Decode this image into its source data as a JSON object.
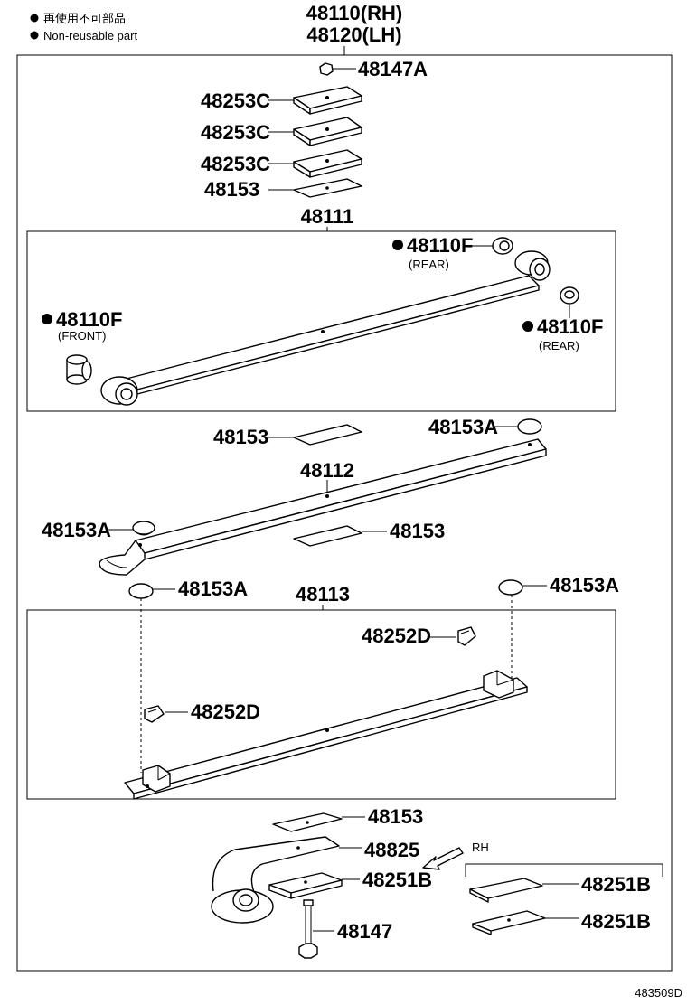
{
  "legend": {
    "jp": "再使用不可部品",
    "en": "Non-reusable part"
  },
  "assembly": {
    "rh": "48110(RH)",
    "lh": "48120(LH)"
  },
  "labels": {
    "p48147a": "48147A",
    "p48253c_1": "48253C",
    "p48253c_2": "48253C",
    "p48253c_3": "48253C",
    "p48153_top": "48153",
    "p48111": "48111",
    "p48110f_rear_top": "48110F",
    "rear_top": "(REAR)",
    "p48110f_front": "48110F",
    "front": "(FRONT)",
    "p48110f_rear_right": "48110F",
    "rear_right": "(REAR)",
    "p48153_mid1": "48153",
    "p48153a_mid1": "48153A",
    "p48112": "48112",
    "p48153a_left": "48153A",
    "p48153_mid2": "48153",
    "p48153a_low_left": "48153A",
    "p48113": "48113",
    "p48153a_low_right": "48153A",
    "p48252d_top": "48252D",
    "p48252d_left": "48252D",
    "p48153_bottom": "48153",
    "p48825": "48825",
    "p48251b_center": "48251B",
    "rh_tag": "RH",
    "p48251b_right1": "48251B",
    "p48251b_right2": "48251B",
    "p48147": "48147"
  },
  "diagram_code": "483509D",
  "colors": {
    "ink": "#000000",
    "paper": "#ffffff"
  }
}
